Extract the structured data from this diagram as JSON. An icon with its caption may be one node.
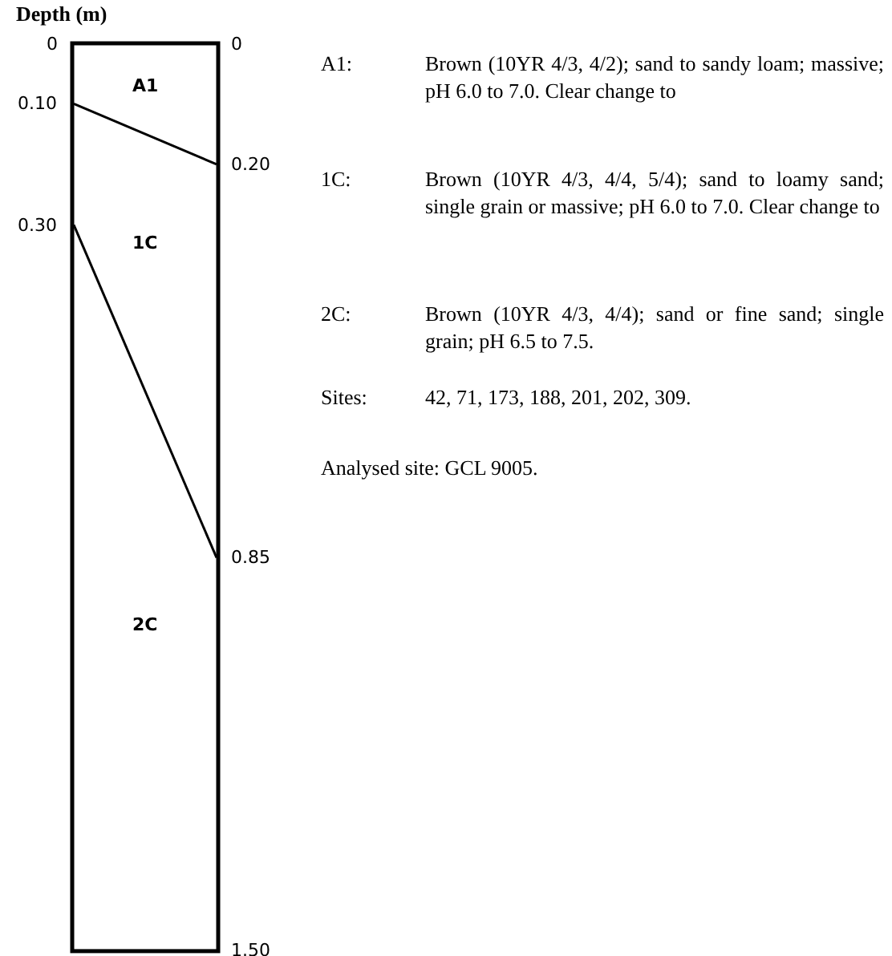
{
  "diagram": {
    "nodes": [
      {
        "text": [],
        "shape": "box"
      }
    ],
    "labels": [
      "Depth (m)",
      "0",
      "0",
      "A1",
      "0.10",
      "0.20",
      "0.30",
      "1C",
      "0.85",
      "2C",
      "1.50",
      "A1:",
      "Brown (10YR 4/3, 4/2); sand to sandy loam; massive; pH 6.0 to 7.0.  Clear change to",
      "1C:",
      "Brown (10YR 4/3, 4/4, 5/4); sand to loamy sand; single grain or massive; pH 6.0 to 7.0. Clear change to",
      "2C:",
      "Brown (10YR 4/3, 4/4); sand or fine sand; single grain; pH 6.5 to 7.5.",
      "Sites:",
      "42, 71, 173, 188, 201, 202, 309.",
      "Analysed site:  GCL 9005."
    ]
  }
}
